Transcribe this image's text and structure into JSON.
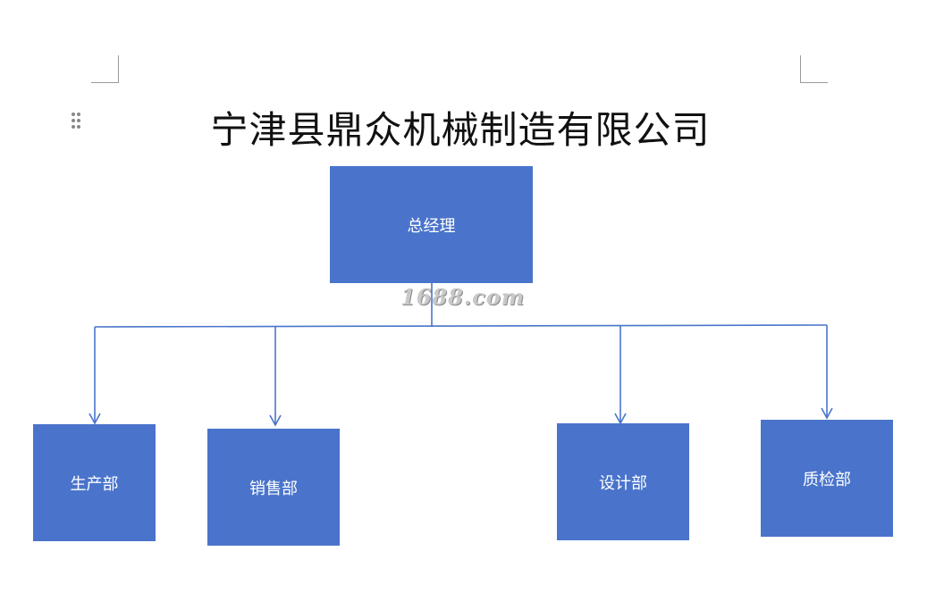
{
  "title": "宁津县鼎众机械制造有限公司",
  "nodes": {
    "general_manager": "总经理",
    "production": "生产部",
    "sales": "销售部",
    "design": "设计部",
    "quality": "质检部"
  },
  "watermark": "1688.com",
  "colors": {
    "node_fill": "#4a74cb",
    "connector": "#4a74cb",
    "node_text": "#ffffff"
  }
}
